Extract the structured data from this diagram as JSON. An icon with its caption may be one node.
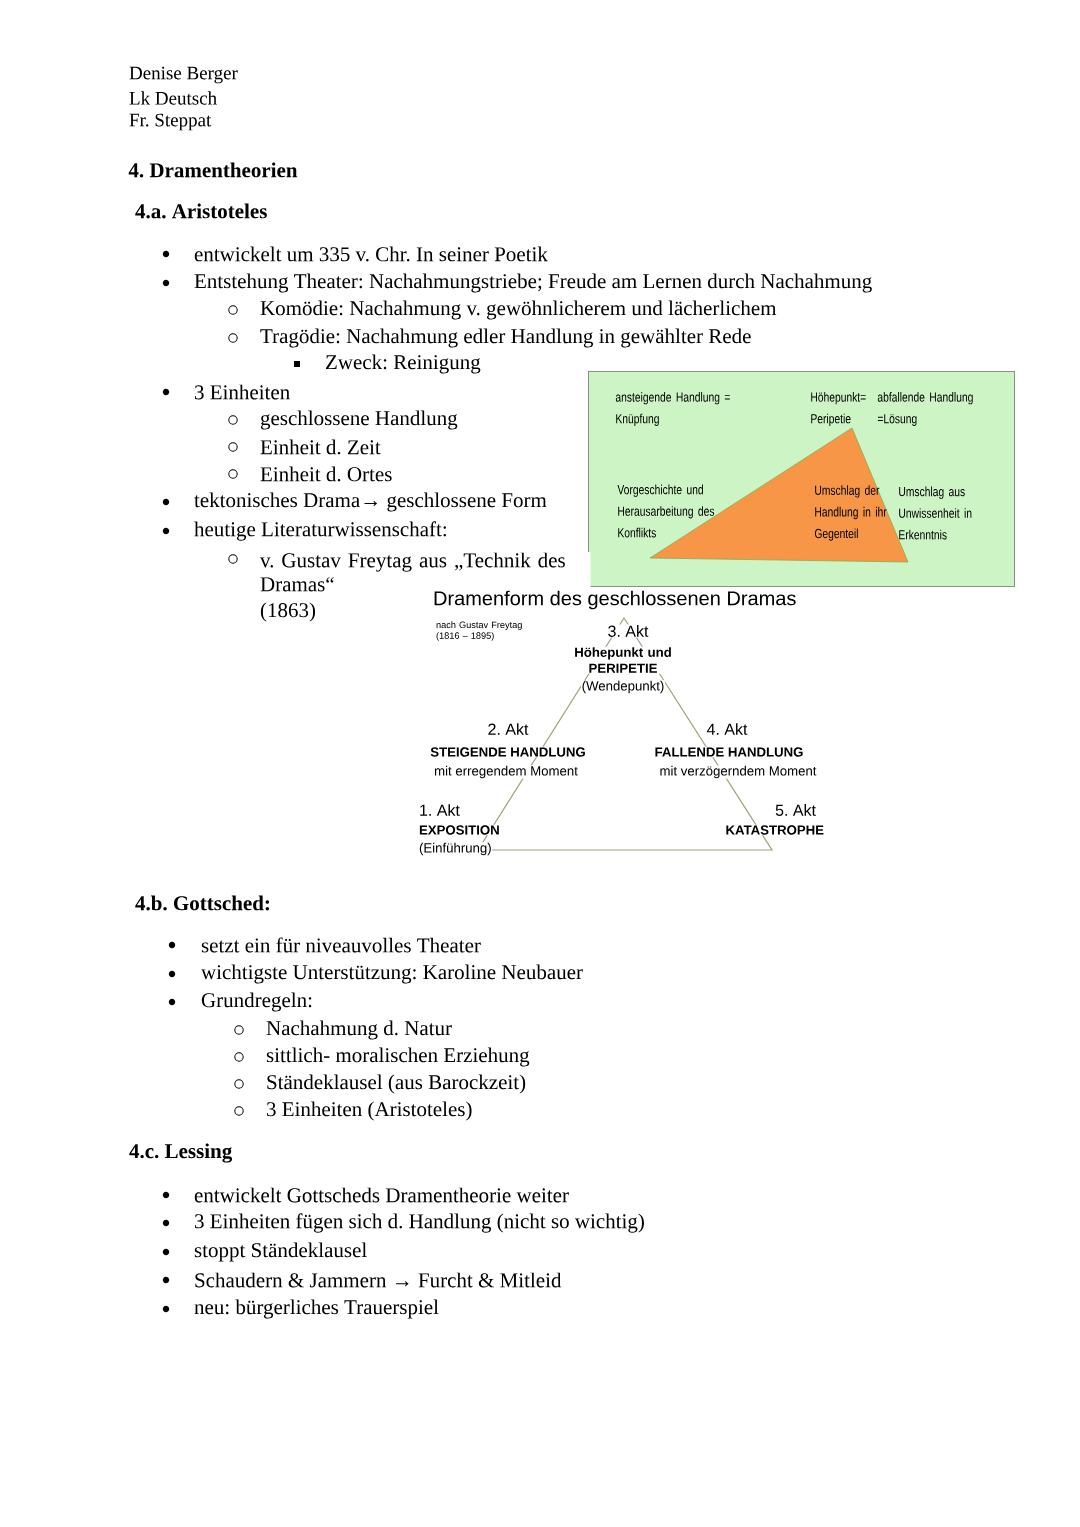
{
  "diagram": {
    "title": "4. Dramentheorien",
    "nodes": [
      {
        "text": [
          "ansteigende Handlung = Knüpfung",
          "Höhepunkt= Peripetie",
          "abfallende Handlung =Lösung",
          "Vorgeschichte und Herausarbeitung des Konflikts",
          "Umschlag der Handlung in ihr Gegenteil",
          "Umschlag aus Unwissenheit in Erkenntnis"
        ]
      }
    ],
    "edges": [],
    "labels": [
      "Denise Berger",
      "Lk Deutsch",
      "Fr. Steppat",
      "4.a. Aristoteles",
      "entwickelt um 335 v. Chr. In seiner Poetik",
      "Entstehung Theater: Nachahmungstriebe; Freude am Lernen durch Nachahmung",
      "Komödie: Nachahmung v. gewöhnlicherem und lächerlichem",
      "Tragödie: Nachahmung edler Handlung in gewählter Rede",
      "Zweck: Reinigung",
      "3 Einheiten",
      "geschlossene Handlung",
      "Einheit d. Zeit",
      "Einheit d. Ortes",
      "tektonisches Drama→ geschlossene Form",
      "heutige Literaturwissenschaft:",
      "v. Gustav Freytag aus „Technik des Dramas“",
      "(1863)",
      "Dramenform des geschlossenen Dramas",
      "nach Gustav Freytag (1816 – 1895)",
      "3. Akt",
      "Höhepunkt und PERIPETIE",
      "(Wendepunkt)",
      "2. Akt",
      "STEIGENDE HANDLUNG",
      "mit erregendem Moment",
      "4. Akt",
      "FALLENDE HANDLUNG",
      "mit verzögerndem Moment",
      "1. Akt",
      "EXPOSITION",
      "(Einführung)",
      "5. Akt",
      "KATASTROPHE",
      "4.b. Gottsched:",
      "setzt ein für niveauvolles Theater",
      "wichtigste Unterstützung: Karoline Neubauer",
      "Grundregeln:",
      "Nachahmung d. Natur",
      "sittlich- moralischen Erziehung",
      "Ständeklausel (aus Barockzeit)",
      "3 Einheiten (Aristoteles)",
      "4.c. Lessing",
      "entwickelt Gottscheds Dramentheorie weiter",
      "3 Einheiten fügen sich d. Handlung (nicht so wichtig)",
      "stoppt Ständeklausel",
      "Schaudern & Jammern → Furcht & Mitleid",
      "neu: bürgerliches Trauerspiel"
    ]
  }
}
